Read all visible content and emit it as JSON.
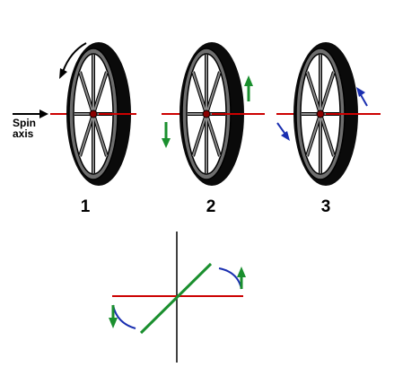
{
  "labels": {
    "spin_axis_line1": "Spin",
    "spin_axis_line2": "axis",
    "wheel_numbers": [
      "1",
      "2",
      "3"
    ]
  },
  "colors": {
    "axis_red": "#cc0000",
    "torque_green": "#1a8f2e",
    "precession_blue": "#1a2fb0",
    "tire_black": "#0a0a0a",
    "rim_gray": "#6e6e6e"
  }
}
